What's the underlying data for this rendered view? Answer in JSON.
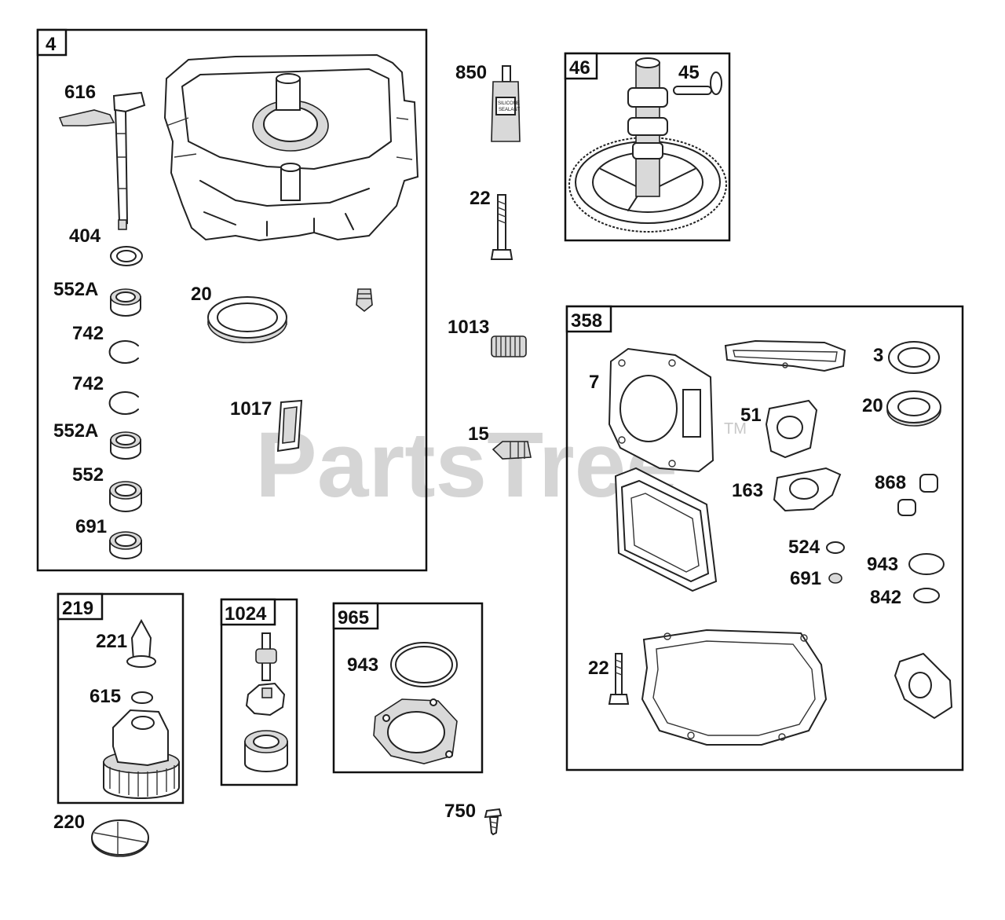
{
  "watermark": {
    "brand": "PartsTree",
    "trademark": "TM"
  },
  "boxes": [
    {
      "id": "4",
      "tag": "4"
    },
    {
      "id": "46",
      "tag": "46"
    },
    {
      "id": "358",
      "tag": "358"
    },
    {
      "id": "219",
      "tag": "219"
    },
    {
      "id": "1024",
      "tag": "1024"
    },
    {
      "id": "965",
      "tag": "965"
    }
  ],
  "callouts": {
    "c616": "616",
    "c404": "404",
    "c552a_1": "552A",
    "c742_1": "742",
    "c742_2": "742",
    "c552a_2": "552A",
    "c552": "552",
    "c691_box4": "691",
    "c20_box4": "20",
    "c1017": "1017",
    "c850": "850",
    "c22_top": "22",
    "c1013": "1013",
    "c15": "15",
    "c750": "750",
    "c45": "45",
    "c7": "7",
    "c3": "3",
    "c20_box358": "20",
    "c51": "51",
    "c163": "163",
    "c868": "868",
    "c524": "524",
    "c691_box358": "691",
    "c943_box358": "943",
    "c842": "842",
    "c22_box358": "22",
    "c221": "221",
    "c615": "615",
    "c220": "220",
    "c943_box965": "943"
  },
  "tube_text": {
    "line1": "SILICONE",
    "line2": "SEALANT"
  }
}
